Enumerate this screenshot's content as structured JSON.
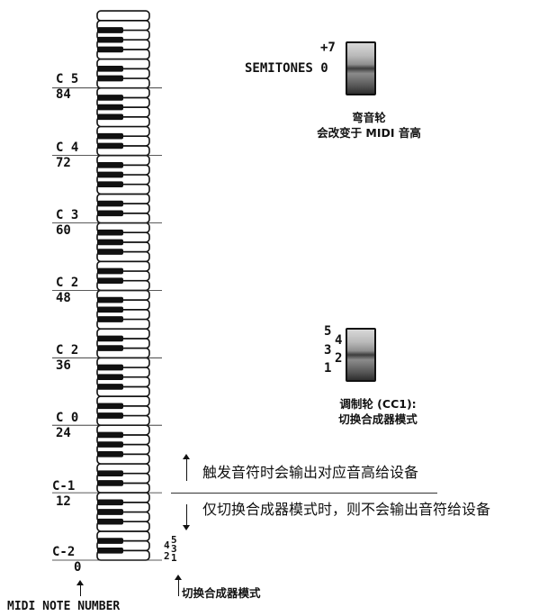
{
  "octave_labels": [
    {
      "note": "C 5",
      "number": "84"
    },
    {
      "note": "C 4",
      "number": "72"
    },
    {
      "note": "C 3",
      "number": "60"
    },
    {
      "note": "C 2",
      "number": "48"
    },
    {
      "note": "C 2",
      "number": "36"
    },
    {
      "note": "C 0",
      "number": "24"
    },
    {
      "note": "C-1",
      "number": "12"
    },
    {
      "note": "C-2",
      "number": "0"
    }
  ],
  "axis_label": "MIDI NOTE NUMBER",
  "pitch_wheel": {
    "top_value": "+7",
    "center_label": "SEMITONES 0",
    "caption_line1": "弯音轮",
    "caption_line2": "会改变于 MIDI 音高"
  },
  "mod_wheel": {
    "positions": [
      "5",
      "4",
      "3",
      "2",
      "1"
    ],
    "caption_line1": "调制轮 (CC1):",
    "caption_line2": "切换合成器模式"
  },
  "annotations": {
    "above": "触发音符时会输出对应音高给设备",
    "below": "仅切换合成器模式时，则不会输出音符给设备",
    "mode_keys": "切换合成器模式",
    "mode_digits": [
      "4",
      "5",
      "2",
      "3",
      "1"
    ]
  }
}
